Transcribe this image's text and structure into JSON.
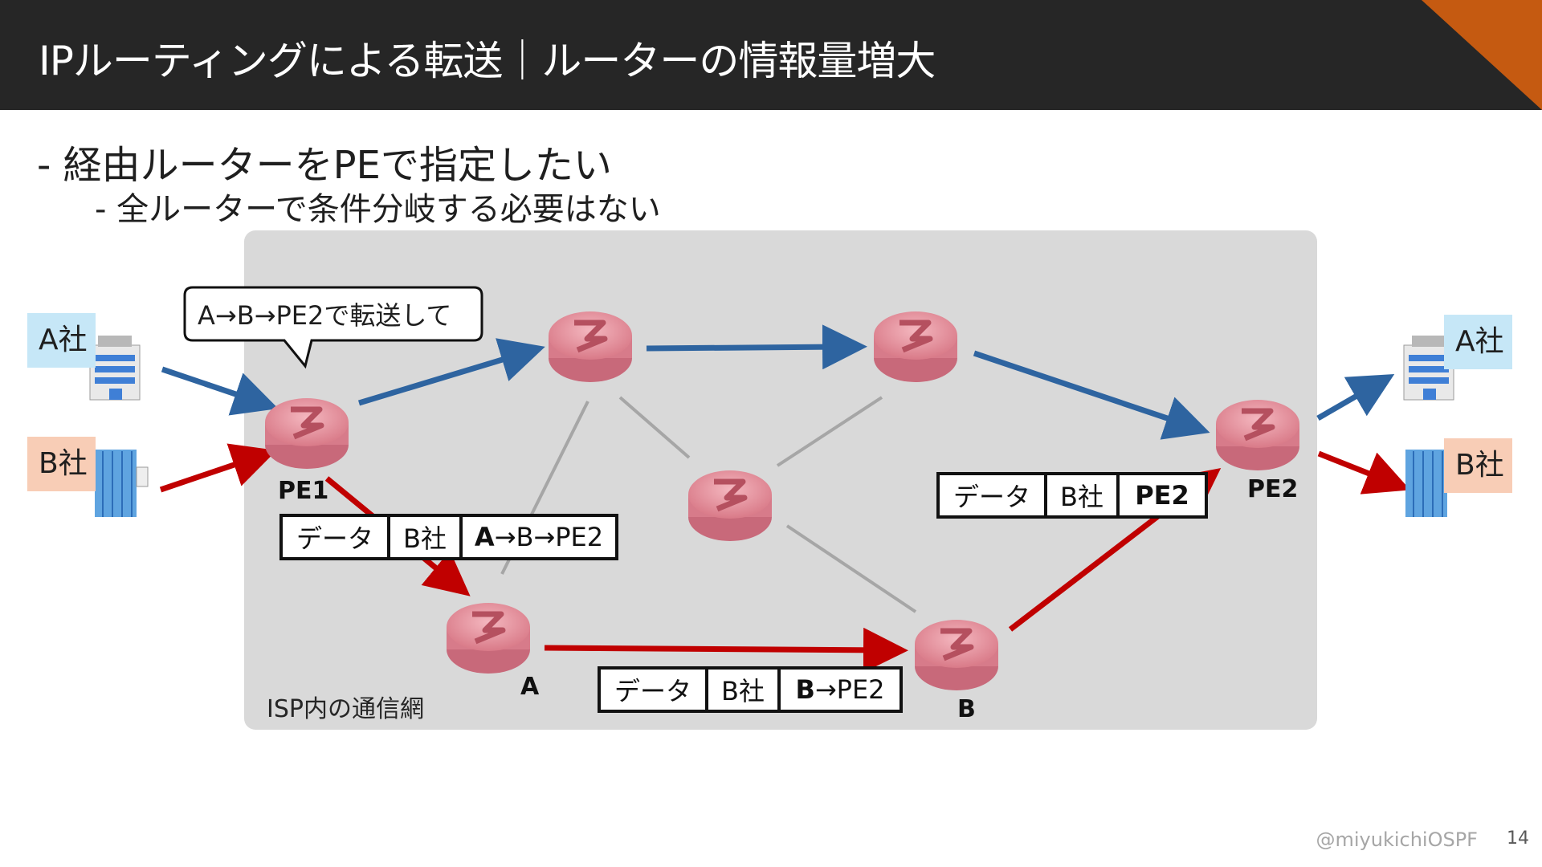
{
  "header": {
    "title": "IPルーティングによる転送｜ルーターの情報量増大",
    "accent_color": "#c55a11",
    "bg_color": "#262626"
  },
  "bullets": [
    {
      "text": "- 経由ルーターをPEで指定したい"
    },
    {
      "text": "-  全ルーターで条件分岐する必要はない"
    }
  ],
  "diagram": {
    "network_label": "ISP内の通信網",
    "callout": "A→B→PE2で転送して",
    "companies_left": [
      {
        "label": "A社",
        "color": "#c6e7f7"
      },
      {
        "label": "B社",
        "color": "#f8cdb6"
      }
    ],
    "companies_right": [
      {
        "label": "A社",
        "color": "#c6e7f7"
      },
      {
        "label": "B社",
        "color": "#f8cdb6"
      }
    ],
    "routers": {
      "pe1": "PE1",
      "pe2": "PE2",
      "a": "A",
      "b": "B"
    },
    "packets": [
      {
        "cells": [
          {
            "text": "データ",
            "bold": false
          },
          {
            "text": "B社",
            "bold": false
          },
          {
            "text_bold": "A",
            "text_rest": "→B→PE2"
          }
        ]
      },
      {
        "cells": [
          {
            "text": "データ",
            "bold": false
          },
          {
            "text": "B社",
            "bold": false
          },
          {
            "text_bold": "B",
            "text_rest": "→PE2"
          }
        ]
      },
      {
        "cells": [
          {
            "text": "データ",
            "bold": false
          },
          {
            "text": "B社",
            "bold": false
          },
          {
            "text_bold": "PE2",
            "text_rest": ""
          }
        ]
      }
    ],
    "colors": {
      "blue_path": "#2e64a0",
      "red_path": "#c00000",
      "router": "#e8909c",
      "link": "#a6a6a6"
    }
  },
  "footer": {
    "credit": "@miyukichiOSPF",
    "page": "14"
  }
}
